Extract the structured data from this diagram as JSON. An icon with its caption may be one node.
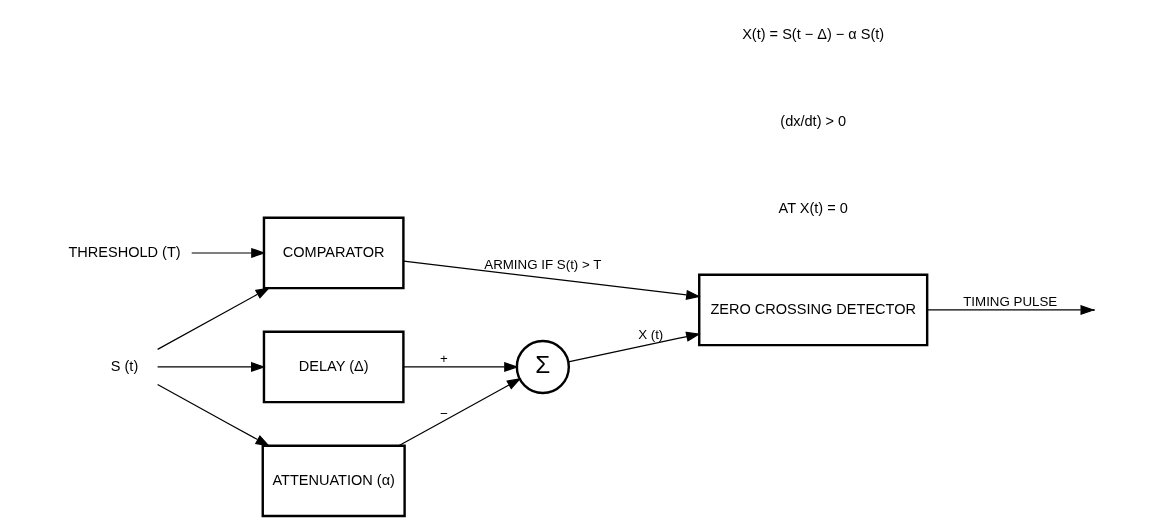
{
  "diagram": {
    "nodes": [
      {
        "text": [
          "THRESHOLD (T)"
        ]
      },
      {
        "text": [
          "COMPARATOR"
        ]
      },
      {
        "text": [
          "S (t)"
        ]
      },
      {
        "text": [
          "DELAY (Δ)"
        ]
      },
      {
        "text": [
          "Σ"
        ]
      },
      {
        "text": [
          "ZERO CROSSING DETECTOR"
        ]
      },
      {
        "text": [
          "ATTENUATION (α)"
        ]
      }
    ],
    "edges": [
      {
        "from": 0,
        "to": 1,
        "arrow": "to"
      },
      {
        "from": 2,
        "to": 1,
        "arrow": "to"
      },
      {
        "from": 2,
        "to": 3,
        "arrow": "to"
      },
      {
        "from": 2,
        "to": 6,
        "arrow": "to"
      },
      {
        "from": 1,
        "to": 5,
        "label": "ARMING IF S(t) > T",
        "arrow": "to"
      },
      {
        "from": 3,
        "to": 4,
        "label": "+",
        "arrow": "to"
      },
      {
        "from": 6,
        "to": 4,
        "label": "−",
        "arrow": "to"
      },
      {
        "from": 4,
        "to": 5,
        "label": "X (t)",
        "arrow": "to"
      },
      {
        "from": 5,
        "to": null,
        "label": "TIMING PULSE",
        "arrow": "to"
      }
    ],
    "labels": [
      "AT X(t) = 0",
      "(dx/dt) > 0",
      "X(t) = S(t − Δ) − α S(t)"
    ]
  }
}
